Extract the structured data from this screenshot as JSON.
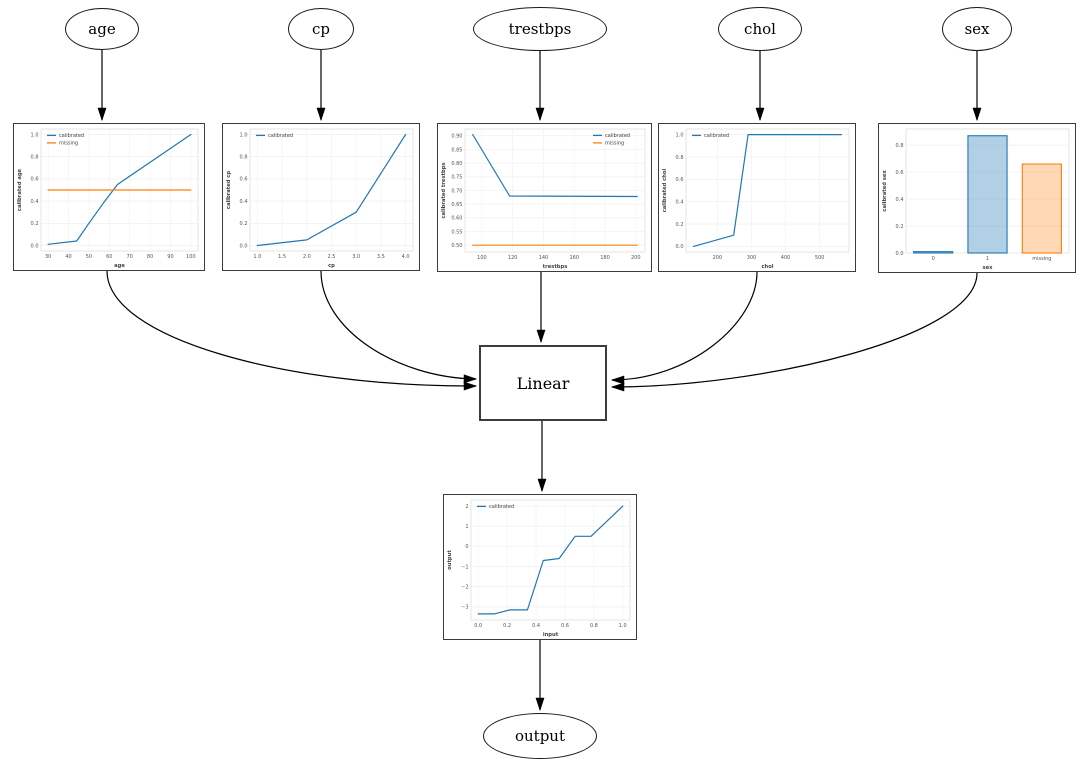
{
  "diagram": {
    "nodes": {
      "age": {
        "label": "age"
      },
      "cp": {
        "label": "cp"
      },
      "trestbps": {
        "label": "trestbps"
      },
      "chol": {
        "label": "chol"
      },
      "sex": {
        "label": "sex"
      },
      "linear": {
        "label": "Linear"
      },
      "output": {
        "label": "output"
      }
    }
  },
  "colors": {
    "calibrated_line": "#1f77b4",
    "missing_line": "#ff7f0e",
    "calibrated_fill": "rgba(31,119,180,0.35)",
    "missing_fill": "rgba(255,127,14,0.3)",
    "edge_stroke": "#000000",
    "chart_border": "#3c3c3c"
  },
  "chart_data": [
    {
      "id": "age",
      "type": "line",
      "xlabel": "age",
      "ylabel": "calibrated age",
      "xlim": [
        26.5,
        103.5
      ],
      "ylim": [
        -0.05,
        1.05
      ],
      "xticks": [
        30,
        40,
        50,
        60,
        70,
        80,
        90,
        100
      ],
      "xtick_labels": [
        "30",
        "40",
        "50",
        "60",
        "70",
        "80",
        "90",
        "100"
      ],
      "yticks": [
        0.0,
        0.2,
        0.4,
        0.6,
        0.8,
        1.0
      ],
      "ytick_labels": [
        "0.0",
        "0.2",
        "0.4",
        "0.6",
        "0.8",
        "1.0"
      ],
      "legend": {
        "position": "top-left",
        "entries": [
          {
            "label": "calibrated",
            "color": "#1f77b4"
          },
          {
            "label": "missing",
            "color": "#ff7f0e"
          }
        ]
      },
      "series": [
        {
          "name": "calibrated",
          "color": "#1f77b4",
          "x": [
            30,
            44,
            50,
            57,
            64,
            100
          ],
          "y": [
            0.01,
            0.04,
            0.2,
            0.38,
            0.55,
            1.0
          ]
        },
        {
          "name": "missing",
          "color": "#ff7f0e",
          "x": [
            30,
            100
          ],
          "y": [
            0.5,
            0.5
          ]
        }
      ]
    },
    {
      "id": "cp",
      "type": "line",
      "xlabel": "cp",
      "ylabel": "calibrated cp",
      "xlim": [
        0.85,
        4.15
      ],
      "ylim": [
        -0.05,
        1.05
      ],
      "xticks": [
        1.0,
        1.5,
        2.0,
        2.5,
        3.0,
        3.5,
        4.0
      ],
      "xtick_labels": [
        "1.0",
        "1.5",
        "2.0",
        "2.5",
        "3.0",
        "3.5",
        "4.0"
      ],
      "yticks": [
        0.0,
        0.2,
        0.4,
        0.6,
        0.8,
        1.0
      ],
      "ytick_labels": [
        "0.0",
        "0.2",
        "0.4",
        "0.6",
        "0.8",
        "1.0"
      ],
      "legend": {
        "position": "top-left",
        "entries": [
          {
            "label": "calibrated",
            "color": "#1f77b4"
          }
        ]
      },
      "series": [
        {
          "name": "calibrated",
          "color": "#1f77b4",
          "x": [
            1.0,
            2.0,
            3.0,
            4.0
          ],
          "y": [
            0.0,
            0.05,
            0.3,
            1.0
          ]
        }
      ]
    },
    {
      "id": "trestbps",
      "type": "line",
      "xlabel": "trestbps",
      "ylabel": "calibrated trestbps",
      "xlim": [
        89,
        206
      ],
      "ylim": [
        0.475,
        0.925
      ],
      "xticks": [
        100,
        120,
        140,
        160,
        180,
        200
      ],
      "xtick_labels": [
        "100",
        "120",
        "140",
        "160",
        "180",
        "200"
      ],
      "yticks": [
        0.5,
        0.55,
        0.6,
        0.65,
        0.7,
        0.75,
        0.8,
        0.85,
        0.9
      ],
      "ytick_labels": [
        "0.50",
        "0.55",
        "0.60",
        "0.65",
        "0.70",
        "0.75",
        "0.80",
        "0.85",
        "0.90"
      ],
      "legend": {
        "position": "top-right",
        "entries": [
          {
            "label": "calibrated",
            "color": "#1f77b4"
          },
          {
            "label": "missing",
            "color": "#ff7f0e"
          }
        ]
      },
      "series": [
        {
          "name": "calibrated",
          "color": "#1f77b4",
          "x": [
            94,
            118,
            201
          ],
          "y": [
            0.905,
            0.68,
            0.678
          ]
        },
        {
          "name": "missing",
          "color": "#ff7f0e",
          "x": [
            94,
            201
          ],
          "y": [
            0.5,
            0.5
          ]
        }
      ]
    },
    {
      "id": "chol",
      "type": "line",
      "xlabel": "chol",
      "ylabel": "calibrated chol",
      "xlim": [
        108,
        586
      ],
      "ylim": [
        -0.05,
        1.05
      ],
      "xticks": [
        200,
        300,
        400,
        500
      ],
      "xtick_labels": [
        "200",
        "300",
        "400",
        "500"
      ],
      "yticks": [
        0.0,
        0.2,
        0.4,
        0.6,
        0.8,
        1.0
      ],
      "ytick_labels": [
        "0.0",
        "0.2",
        "0.4",
        "0.6",
        "0.8",
        "1.0"
      ],
      "legend": {
        "position": "top-left",
        "entries": [
          {
            "label": "calibrated",
            "color": "#1f77b4"
          }
        ]
      },
      "series": [
        {
          "name": "calibrated",
          "color": "#1f77b4",
          "x": [
            130,
            248,
            290,
            564
          ],
          "y": [
            0.0,
            0.1,
            1.0,
            1.0
          ]
        }
      ]
    },
    {
      "id": "sex",
      "type": "bar",
      "xlabel": "sex",
      "ylabel": "calibrated sex",
      "categories": [
        "0",
        "1",
        "missing"
      ],
      "values": [
        0.01,
        0.87,
        0.66
      ],
      "bars": [
        {
          "edge": "#1f77b4",
          "fill": "rgba(31,119,180,0.35)"
        },
        {
          "edge": "#1f77b4",
          "fill": "rgba(31,119,180,0.35)"
        },
        {
          "edge": "#ff7f0e",
          "fill": "rgba(255,127,14,0.3)"
        }
      ],
      "ylim": [
        0,
        0.92
      ],
      "yticks": [
        0.0,
        0.2,
        0.4,
        0.6,
        0.8
      ],
      "ytick_labels": [
        "0.0",
        "0.2",
        "0.4",
        "0.6",
        "0.8"
      ]
    },
    {
      "id": "output",
      "type": "line",
      "xlabel": "input",
      "ylabel": "output",
      "xlim": [
        -0.05,
        1.05
      ],
      "ylim": [
        -3.65,
        2.3
      ],
      "xticks": [
        0.0,
        0.2,
        0.4,
        0.6,
        0.8,
        1.0
      ],
      "xtick_labels": [
        "0.0",
        "0.2",
        "0.4",
        "0.6",
        "0.8",
        "1.0"
      ],
      "yticks": [
        -3,
        -2,
        -1,
        0,
        1,
        2
      ],
      "ytick_labels": [
        "−3",
        "−2",
        "−1",
        "0",
        "1",
        "2"
      ],
      "legend": {
        "position": "top-left",
        "entries": [
          {
            "label": "calibrated",
            "color": "#1f77b4"
          }
        ]
      },
      "series": [
        {
          "name": "calibrated",
          "color": "#1f77b4",
          "x": [
            0.0,
            0.11,
            0.22,
            0.34,
            0.45,
            0.56,
            0.67,
            0.78,
            1.0
          ],
          "y": [
            -3.35,
            -3.35,
            -3.15,
            -3.15,
            -0.7,
            -0.6,
            0.5,
            0.5,
            2.0
          ]
        }
      ]
    }
  ]
}
